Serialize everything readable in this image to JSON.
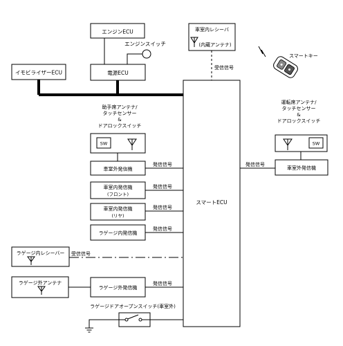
{
  "boxes": {
    "engine_ecu": "エンジンECU",
    "power_ecu": "電源ECU",
    "immobilizer_ecu": "イモビライザーECU",
    "receiver_line1": "車室内レシーバ",
    "receiver_line2": "(内蔵アンテナ)",
    "smart_ecu": "スマートECU",
    "outside_tx_passenger": "車室外発信機",
    "inside_tx_front_line1": "車室内発信機",
    "inside_tx_front_line2": "(フロント)",
    "inside_tx_rear_line1": "車室内発信機",
    "inside_tx_rear_line2": "(リヤ)",
    "luggage_inside_tx": "ラゲージ内発信機",
    "luggage_inside_receiver": "ラゲージ内レシーバー",
    "luggage_outside_antenna": "ラゲージ外アンテナ",
    "luggage_outside_tx": "ラゲージ外発信機",
    "outside_tx_driver": "車室外発信機"
  },
  "labels": {
    "engine_switch": "エンジンスイッチ",
    "smart_key": "スマートキー",
    "rx_signal_top": "受信信号",
    "passenger_title_1": "助手席アンテナ/",
    "passenger_title_2": "タッチセンサー",
    "passenger_title_3": "&",
    "passenger_title_4": "ドアロックスイッチ",
    "driver_title_1": "運転席アンテナ/",
    "driver_title_2": "タッチセンサー",
    "driver_title_3": "&",
    "driver_title_4": "ドアロックスイッチ",
    "sw_left": "SW",
    "sw_right": "SW",
    "tx_signal_1": "発信信号",
    "tx_signal_2": "発信信号",
    "tx_signal_3": "発信信号",
    "tx_signal_4": "発信信号",
    "tx_signal_5": "発信信号",
    "tx_signal_6": "発信信号",
    "rx_signal_luggage": "受信信号",
    "luggage_door_switch": "ラゲージドアオープンスイッチ(車室外)"
  }
}
